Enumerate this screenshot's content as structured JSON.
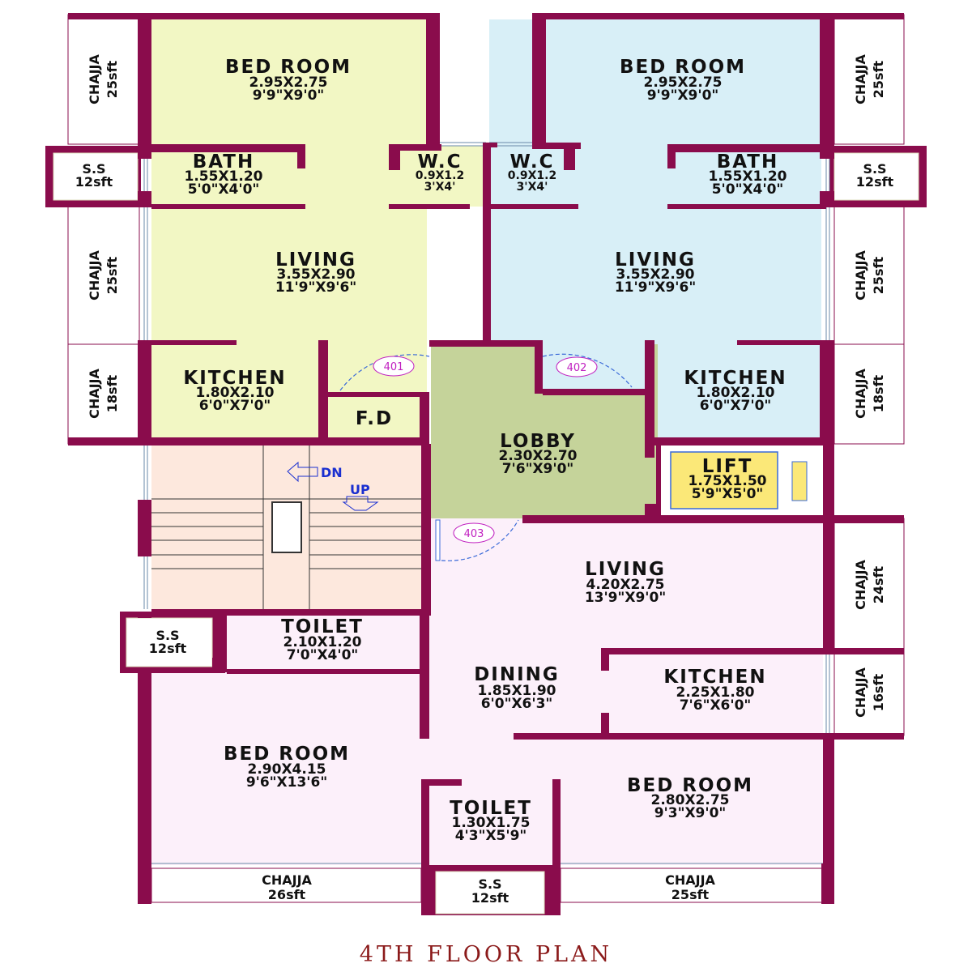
{
  "title": "4TH FLOOR PLAN",
  "colors": {
    "wall": "#8a0c4c",
    "flat401": "#f2f7c4",
    "flat402": "#d8eff7",
    "flat403": "#fcf0fa",
    "lobby": "#c5d39a",
    "lift": "#fbe878",
    "stair": "#fde8dd",
    "door_arc": "#3a6ad8",
    "door_tag": "#c020c0",
    "title": "#8b1a1a"
  },
  "rooms": {
    "r401_bed": {
      "name": "BED ROOM",
      "metric": "2.95X2.75",
      "imperial": "9'9\"X9'0\""
    },
    "r401_bath": {
      "name": "BATH",
      "metric": "1.55X1.20",
      "imperial": "5'0\"X4'0\""
    },
    "r401_wc": {
      "name": "W.C",
      "metric": "0.9X1.2",
      "imperial": "3'X4'"
    },
    "r401_living": {
      "name": "LIVING",
      "metric": "3.55X2.90",
      "imperial": "11'9\"X9'6\""
    },
    "r401_kitchen": {
      "name": "KITCHEN",
      "metric": "1.80X2.10",
      "imperial": "6'0\"X7'0\""
    },
    "r402_bed": {
      "name": "BED ROOM",
      "metric": "2.95X2.75",
      "imperial": "9'9\"X9'0\""
    },
    "r402_wc": {
      "name": "W.C",
      "metric": "0.9X1.2",
      "imperial": "3'X4'"
    },
    "r402_bath": {
      "name": "BATH",
      "metric": "1.55X1.20",
      "imperial": "5'0\"X4'0\""
    },
    "r402_living": {
      "name": "LIVING",
      "metric": "3.55X2.90",
      "imperial": "11'9\"X9'6\""
    },
    "r402_kitchen": {
      "name": "KITCHEN",
      "metric": "1.80X2.10",
      "imperial": "6'0\"X7'0\""
    },
    "fd": {
      "name": "F.D"
    },
    "lobby": {
      "name": "LOBBY",
      "metric": "2.30X2.70",
      "imperial": "7'6\"X9'0\""
    },
    "lift": {
      "name": "LIFT",
      "metric": "1.75X1.50",
      "imperial": "5'9\"X5'0\""
    },
    "r403_living": {
      "name": "LIVING",
      "metric": "4.20X2.75",
      "imperial": "13'9\"X9'0\""
    },
    "r403_dining": {
      "name": "DINING",
      "metric": "1.85X1.90",
      "imperial": "6'0\"X6'3\""
    },
    "r403_kitchen": {
      "name": "KITCHEN",
      "metric": "2.25X1.80",
      "imperial": "7'6\"X6'0\""
    },
    "r403_toilet1": {
      "name": "TOILET",
      "metric": "2.10X1.20",
      "imperial": "7'0\"X4'0\""
    },
    "r403_bed1": {
      "name": "BED ROOM",
      "metric": "2.90X4.15",
      "imperial": "9'6\"X13'6\""
    },
    "r403_toilet2": {
      "name": "TOILET",
      "metric": "1.30X1.75",
      "imperial": "4'3\"X5'9\""
    },
    "r403_bed2": {
      "name": "BED ROOM",
      "metric": "2.80X2.75",
      "imperial": "9'3\"X9'0\""
    }
  },
  "stair": {
    "dn": "DN",
    "up": "UP"
  },
  "doors": {
    "d401": "401",
    "d402": "402",
    "d403": "403"
  },
  "chajja": {
    "l1": {
      "name": "CHAJJA",
      "area": "25sft"
    },
    "l2": {
      "name": "CHAJJA",
      "area": "25sft"
    },
    "l3": {
      "name": "CHAJJA",
      "area": "18sft"
    },
    "r1": {
      "name": "CHAJJA",
      "area": "25sft"
    },
    "r2": {
      "name": "CHAJJA",
      "area": "25sft"
    },
    "r3": {
      "name": "CHAJJA",
      "area": "18sft"
    },
    "r4": {
      "name": "CHAJJA",
      "area": "24sft"
    },
    "r5": {
      "name": "CHAJJA",
      "area": "16sft"
    },
    "b1": {
      "name": "CHAJJA",
      "area": "26sft"
    },
    "b2": {
      "name": "CHAJJA",
      "area": "25sft"
    }
  },
  "ss": {
    "left_top": {
      "name": "S.S",
      "area": "12sft"
    },
    "right_top": {
      "name": "S.S",
      "area": "12sft"
    },
    "left_mid": {
      "name": "S.S",
      "area": "12sft"
    },
    "bottom": {
      "name": "S.S",
      "area": "12sft"
    }
  }
}
